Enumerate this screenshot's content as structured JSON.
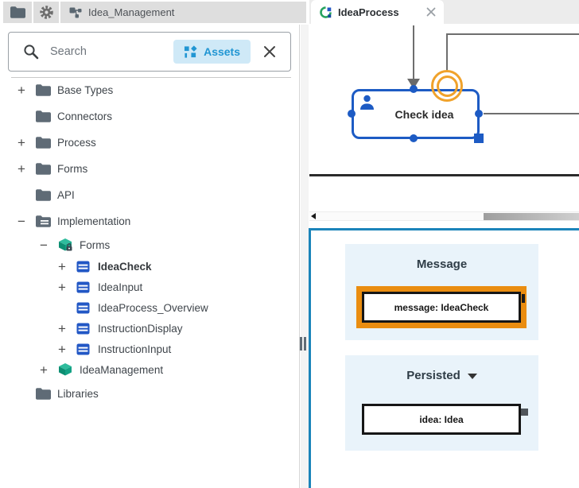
{
  "left_toolbar": {
    "app_tab_label": "Idea_Management"
  },
  "sidebar": {
    "search": {
      "placeholder": "Search",
      "assets_button_label": "Assets"
    },
    "tree": {
      "items": [
        {
          "label": "Base Types",
          "expander": "+",
          "icon": "folder"
        },
        {
          "label": "Connectors",
          "expander": "",
          "icon": "folder"
        },
        {
          "label": "Process",
          "expander": "+",
          "icon": "folder"
        },
        {
          "label": "Forms",
          "expander": "+",
          "icon": "folder"
        },
        {
          "label": "API",
          "expander": "",
          "icon": "folder"
        },
        {
          "label": "Implementation",
          "expander": "−",
          "icon": "folder-open"
        },
        {
          "label": "Forms",
          "expander": "−",
          "icon": "cube-locked"
        },
        {
          "label": "IdeaCheck",
          "expander": "+",
          "icon": "form",
          "bold": true
        },
        {
          "label": "IdeaInput",
          "expander": "+",
          "icon": "form"
        },
        {
          "label": "IdeaProcess_Overview",
          "expander": "",
          "icon": "form"
        },
        {
          "label": "InstructionDisplay",
          "expander": "+",
          "icon": "form"
        },
        {
          "label": "InstructionInput",
          "expander": "+",
          "icon": "form"
        },
        {
          "label": "IdeaManagement",
          "expander": "+",
          "icon": "cube"
        },
        {
          "label": "Libraries",
          "expander": "",
          "icon": "folder"
        }
      ]
    }
  },
  "editor": {
    "tab_label": "IdeaProcess",
    "diagram": {
      "task_label": "Check idea"
    }
  },
  "mapping_panel": {
    "groups": [
      {
        "title": "Message",
        "item_label": "message: IdeaCheck",
        "selected": true
      },
      {
        "title": "Persisted",
        "item_label": "idea: Idea",
        "has_dropdown": true
      }
    ]
  },
  "colors": {
    "accent_blue": "#1d5bc4",
    "panel_border_blue": "#1b84ba",
    "selection_orange": "#ea8d10",
    "event_orange": "#f0a22b",
    "asset_teal": "#12a287",
    "assets_button_blue": "#2196d3",
    "group_bg": "#e9f3fa",
    "lane_line": "#2b2b2b"
  }
}
